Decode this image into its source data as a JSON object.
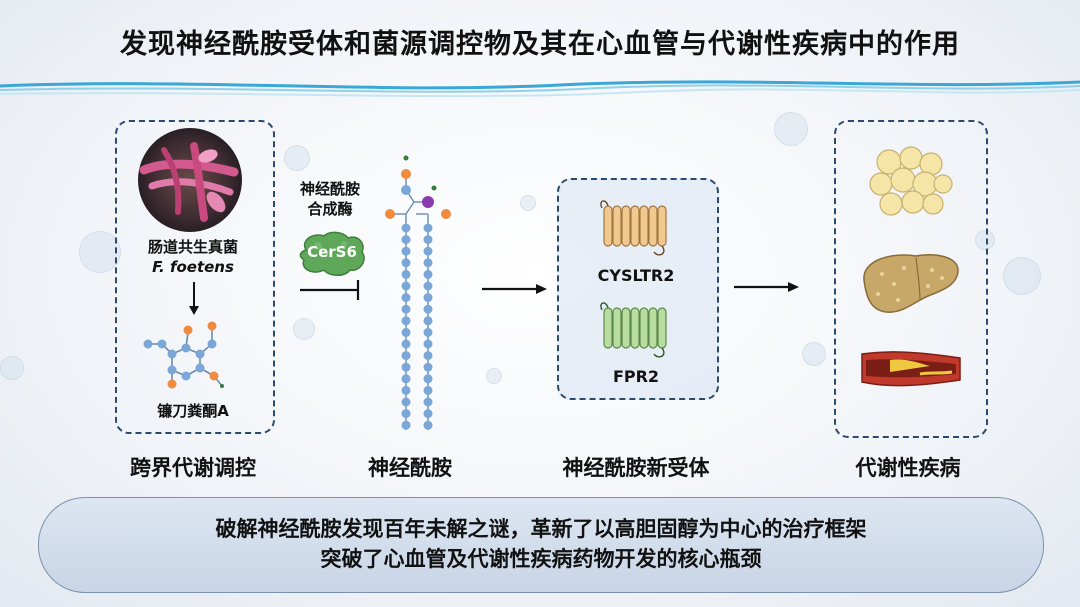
{
  "title": "发现神经酰胺受体和菌源调控物及其在心血管与代谢性疾病中的作用",
  "left_panel": {
    "organism_cn": "肠道共生真菌",
    "organism_latin": "F. foetens",
    "compound": "镰刀粪酮A"
  },
  "enzyme": {
    "label_line1": "神经酰胺",
    "label_line2": "合成酶",
    "name": "CerS6"
  },
  "receptors": [
    "CYSLTR2",
    "FPR2"
  ],
  "sections": [
    "跨界代谢调控",
    "神经酰胺",
    "神经酰胺新受体",
    "代谢性疾病"
  ],
  "banner": [
    "破解神经酰胺发现百年未解之谜，革新了以高胆固醇为中心的治疗框架",
    "突破了心血管及代谢性疾病药物开发的核心瓶颈"
  ],
  "colors": {
    "dashed_border": "#2c4a6b",
    "node_blue": "#7aa7d8",
    "node_orange": "#f08a3c",
    "receptor_orange": "#f0c890",
    "receptor_green": "#b9dca0",
    "enzyme_green": "#5fa85a"
  }
}
